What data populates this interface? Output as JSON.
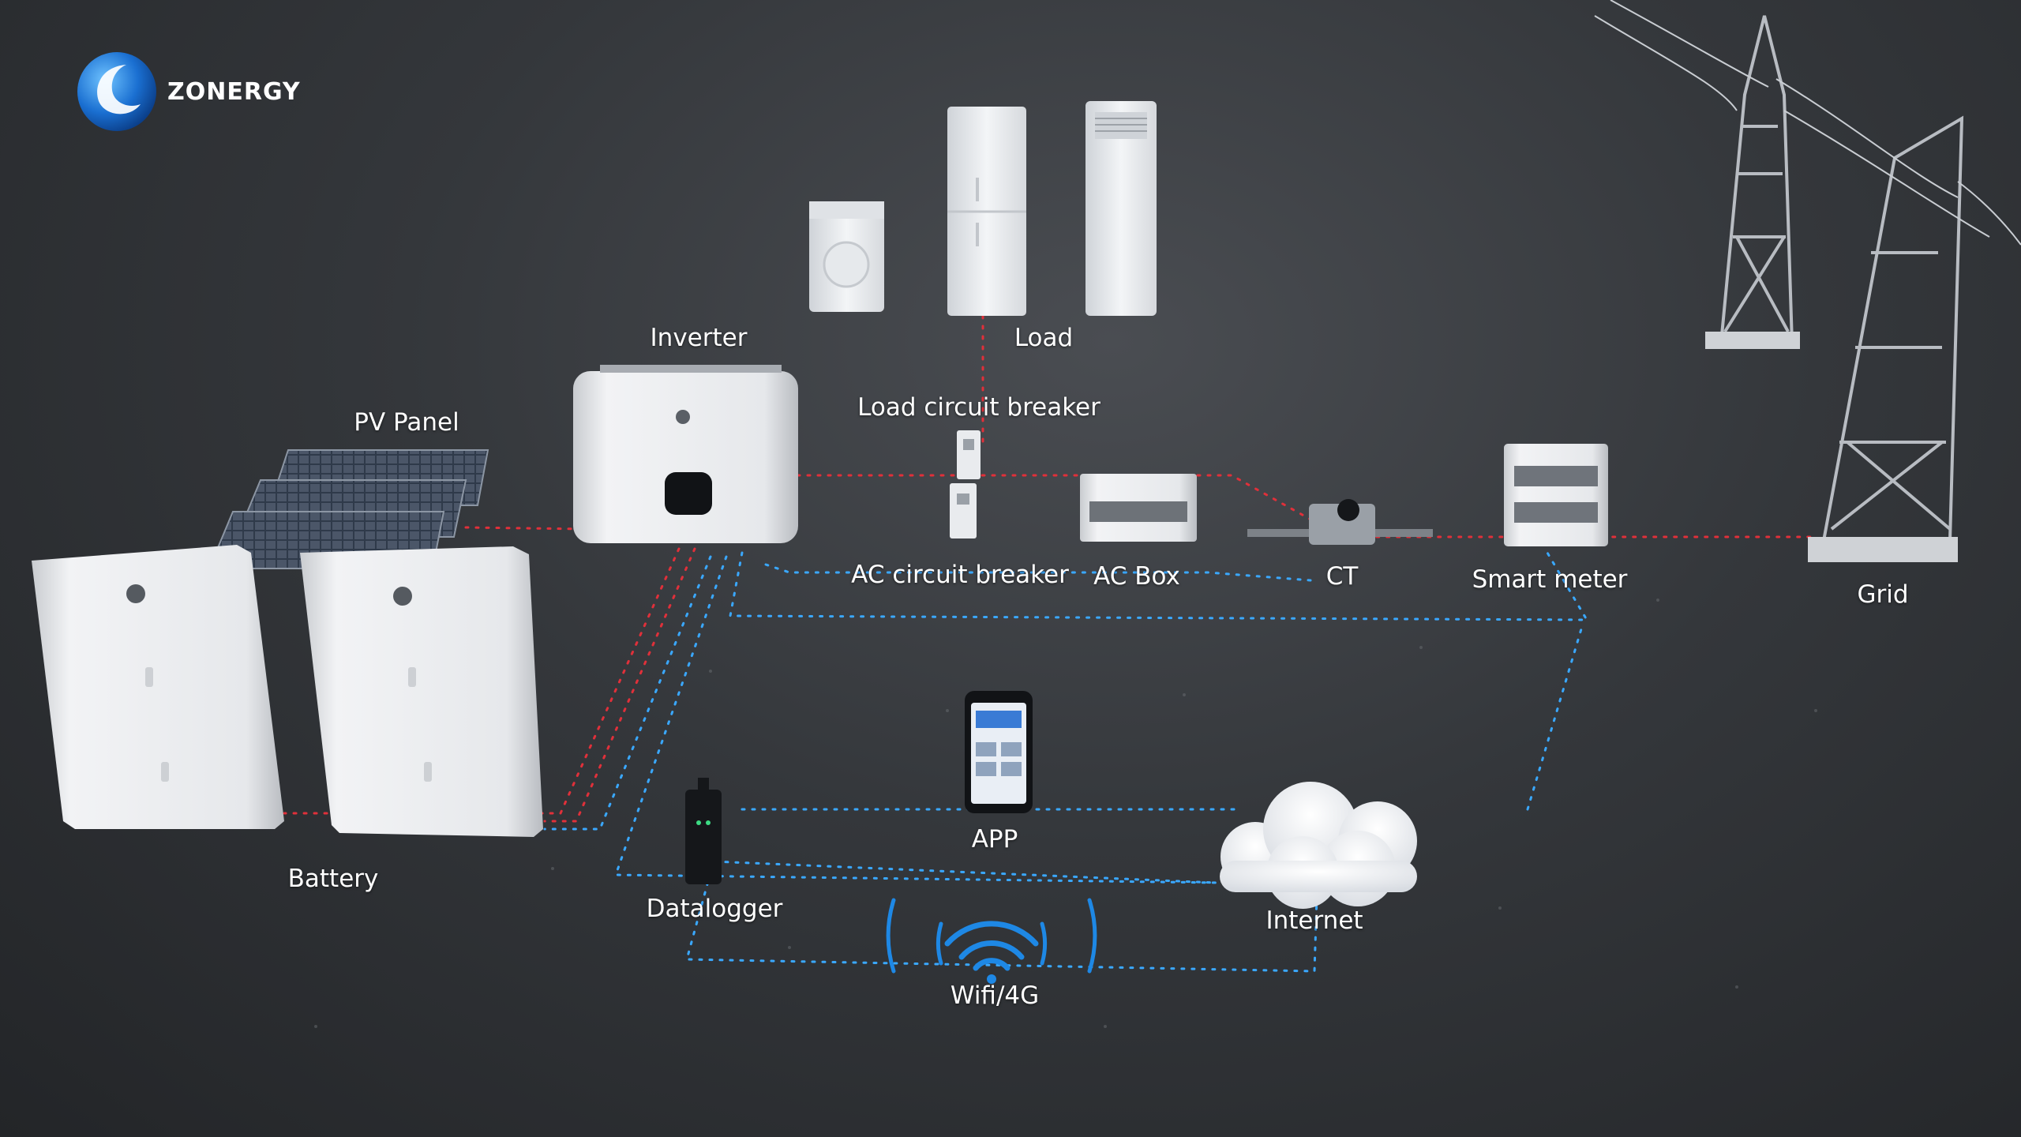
{
  "brand": {
    "name": "ZONERGY",
    "accent": "#1e7fe0"
  },
  "colors": {
    "ac_line": "#e0303a",
    "comm_line": "#3aa8ff",
    "device_white": "#eef0f2",
    "wifi": "#1e88e5"
  },
  "labels": {
    "inverter": "Inverter",
    "load": "Load",
    "pv_panel": "PV Panel",
    "load_circuit_breaker": "Load circuit breaker",
    "ac_circuit_breaker": "AC circuit breaker",
    "ac_box": "AC Box",
    "ct": "CT",
    "smart_meter": "Smart meter",
    "grid": "Grid",
    "battery": "Battery",
    "app": "APP",
    "datalogger": "Datalogger",
    "internet": "Internet",
    "wifi": "Wifi/4G"
  }
}
